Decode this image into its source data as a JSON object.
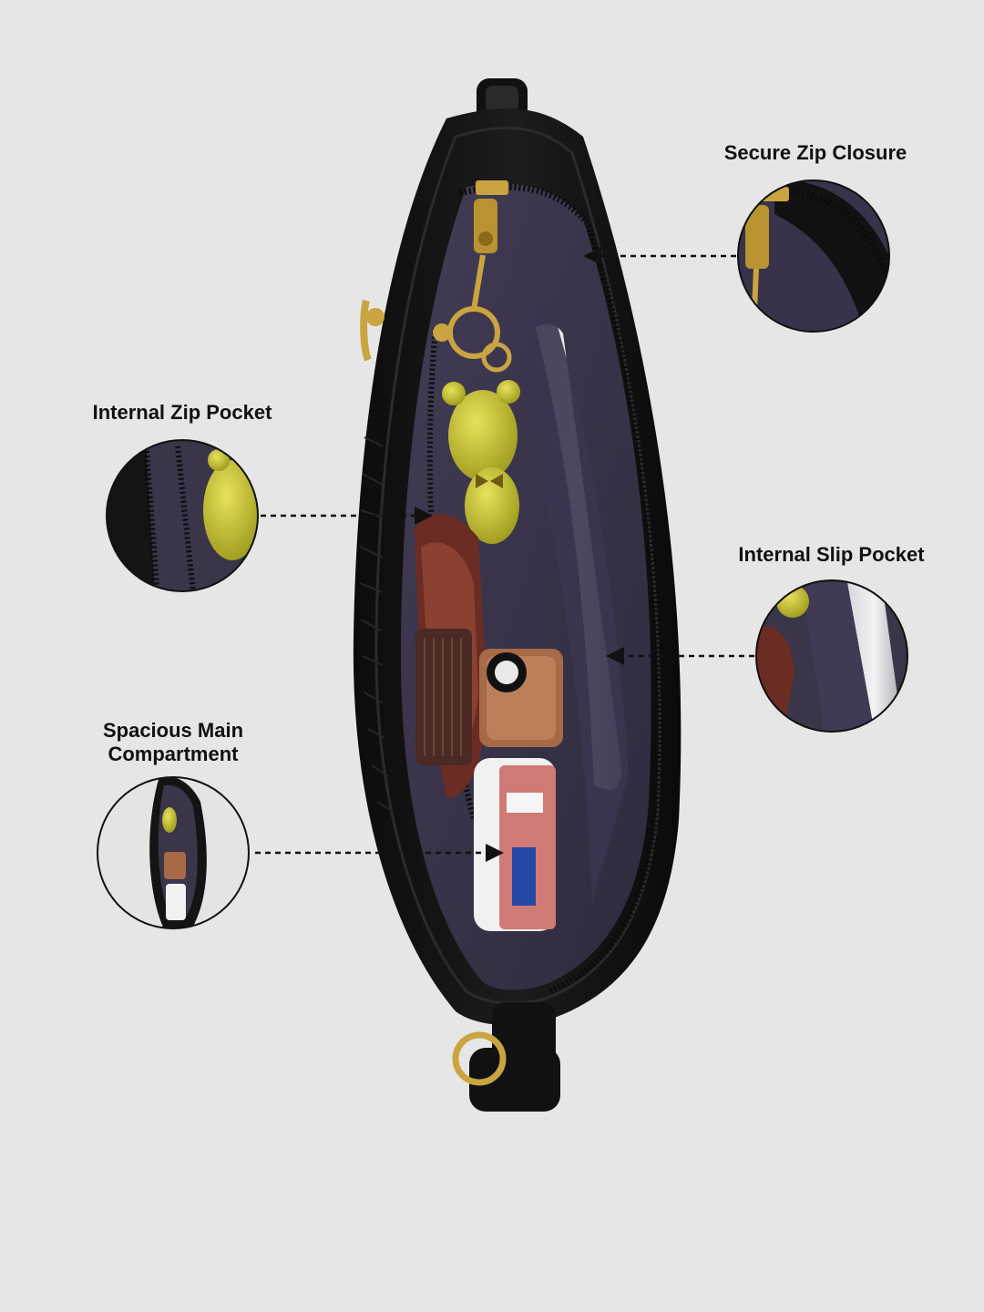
{
  "callouts": {
    "secure_zip": "Secure Zip Closure",
    "internal_zip_pocket": "Internal Zip Pocket",
    "internal_slip_pocket": "Internal Slip Pocket",
    "main_compartment_line1": "Spacious Main",
    "main_compartment_line2": "Compartment"
  },
  "colors": {
    "background": "#e6e6e6",
    "bag_leather": "#141414",
    "lining": "#3a3548",
    "zipper_hardware": "#c9a441",
    "label_text": "#111111"
  },
  "icons": [
    "arrow-icon"
  ]
}
